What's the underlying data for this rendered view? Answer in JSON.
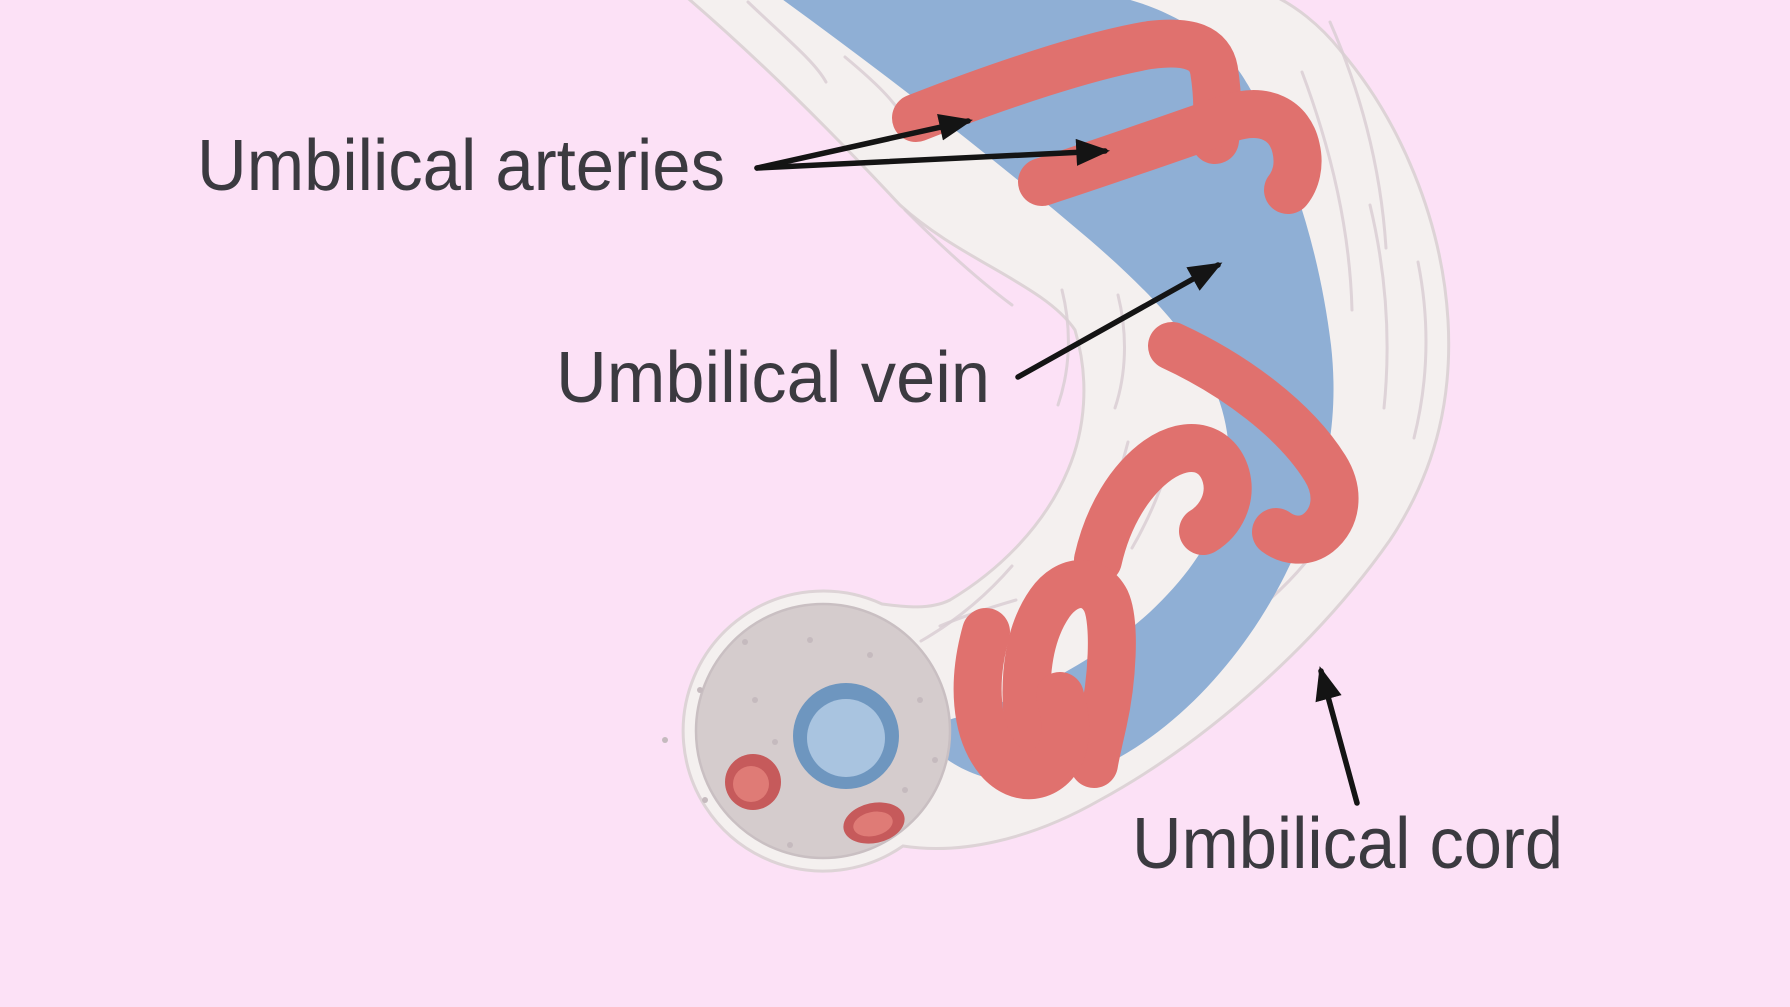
{
  "labels": {
    "arteries": "Umbilical arteries",
    "vein": "Umbilical vein",
    "cord": "Umbilical cord"
  },
  "colors": {
    "background": "#fce1f6",
    "sheath": "#f4f0ef",
    "sheath_outline": "#ddd3d6",
    "texture_line": "#d9ced3",
    "vein_blue": "#8fafd5",
    "artery_red": "#e0716e",
    "cross_gray": "#d5cccd",
    "cross_gray_outline": "#c9bfc2",
    "speckle": "#c5babe",
    "vein_ring": "#6e96bf",
    "vein_core": "#a9c4e0",
    "artery_ring": "#c65a5b",
    "artery_core": "#df7b76",
    "label": "#3b3a40",
    "arrow": "#141414"
  }
}
